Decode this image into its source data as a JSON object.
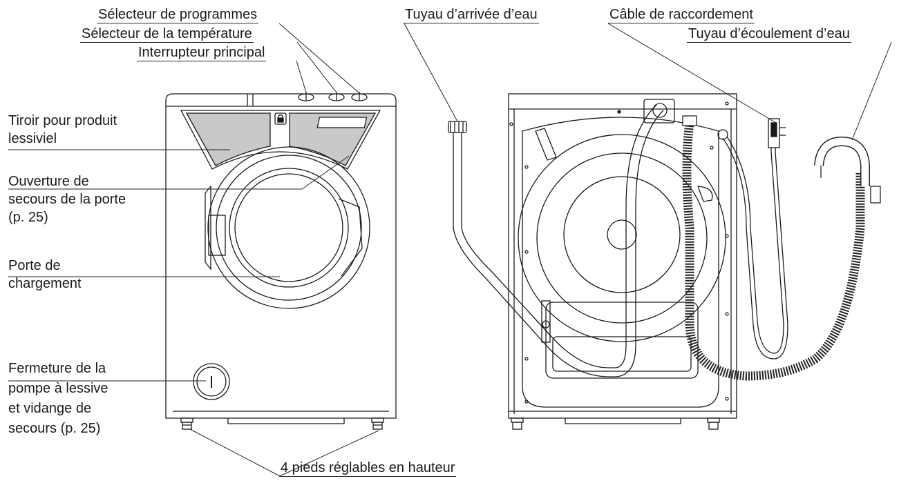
{
  "labels": {
    "program_selector": "Sélecteur de programmes",
    "temperature_selector": "Sélecteur de la température",
    "main_switch": "Interrupteur principal",
    "detergent_drawer": [
      "Tiroir pour produit",
      "lessiviel"
    ],
    "emergency_door_opening": [
      "Ouverture de",
      "secours de la porte",
      "(p. 25)"
    ],
    "loading_door": [
      "Porte de",
      "chargement"
    ],
    "pump_closure": [
      "Fermeture de la",
      "pompe à lessive",
      "et vidange de",
      "secours (p. 25)"
    ],
    "water_inlet_hose": "Tuyau d’arrivée d’eau",
    "connection_cable": "Câble de raccordement",
    "water_drain_hose": "Tuyau d’écoulement d’eau",
    "adjustable_feet": "4 pieds réglables en hauteur"
  },
  "colors": {
    "line": "#1a1a1a",
    "drawer_fill": "#c9c9c9",
    "background": "#ffffff"
  }
}
